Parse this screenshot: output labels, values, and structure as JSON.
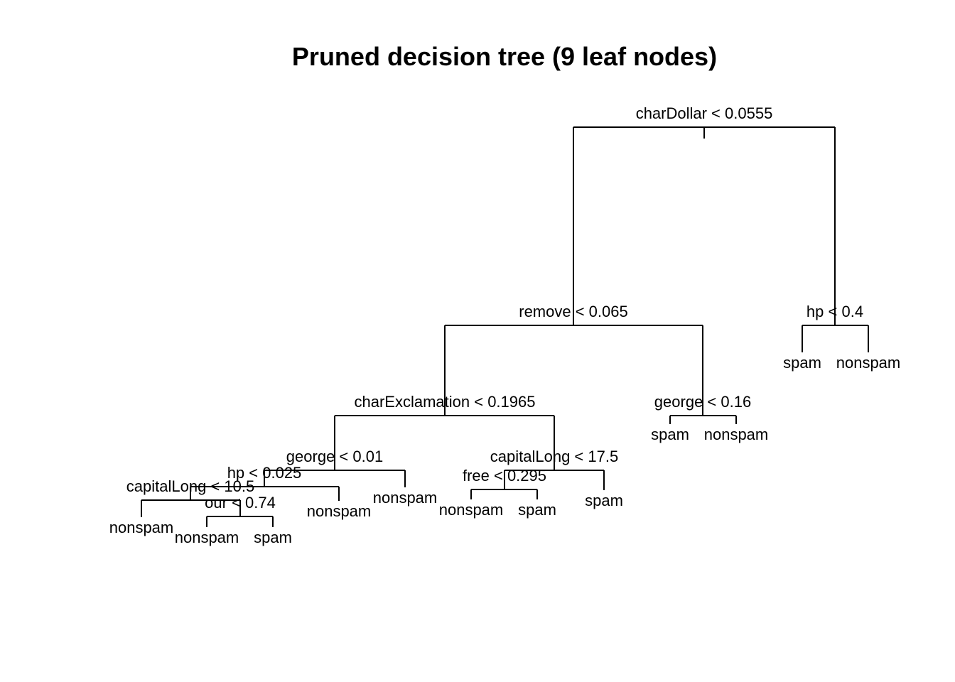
{
  "title": "Pruned decision tree (9 leaf nodes)",
  "tree": {
    "id": "n1",
    "split": "charDollar < 0.0555",
    "left": {
      "id": "n2",
      "split": "remove < 0.065",
      "left": {
        "id": "n4",
        "split": "charExclamation < 0.1965",
        "left": {
          "id": "n8",
          "split": "george < 0.01",
          "left": {
            "id": "n16",
            "split": "hp < 0.025",
            "left": {
              "id": "n32",
              "split": "capitalLong < 10.5",
              "left": {
                "id": "n64",
                "leaf": "nonspam"
              },
              "right": {
                "id": "n65",
                "split": "our < 0.74",
                "left": {
                  "id": "n130",
                  "leaf": "nonspam"
                },
                "right": {
                  "id": "n131",
                  "leaf": "spam"
                }
              }
            },
            "right": {
              "id": "n33",
              "leaf": "nonspam"
            }
          },
          "right": {
            "id": "n17",
            "leaf": "nonspam"
          }
        },
        "right": {
          "id": "n9",
          "split": "capitalLong < 17.5",
          "left": {
            "id": "n18",
            "split": "free < 0.295",
            "left": {
              "id": "n36",
              "leaf": "nonspam"
            },
            "right": {
              "id": "n37",
              "leaf": "spam"
            }
          },
          "right": {
            "id": "n19",
            "leaf": "spam"
          }
        }
      },
      "right": {
        "id": "n5",
        "split": "george < 0.16",
        "left": {
          "id": "n10",
          "leaf": "spam"
        },
        "right": {
          "id": "n11",
          "leaf": "nonspam"
        }
      }
    },
    "right": {
      "id": "n3",
      "split": "hp < 0.4",
      "left": {
        "id": "n6",
        "leaf": "spam"
      },
      "right": {
        "id": "n7",
        "leaf": "nonspam"
      }
    }
  }
}
